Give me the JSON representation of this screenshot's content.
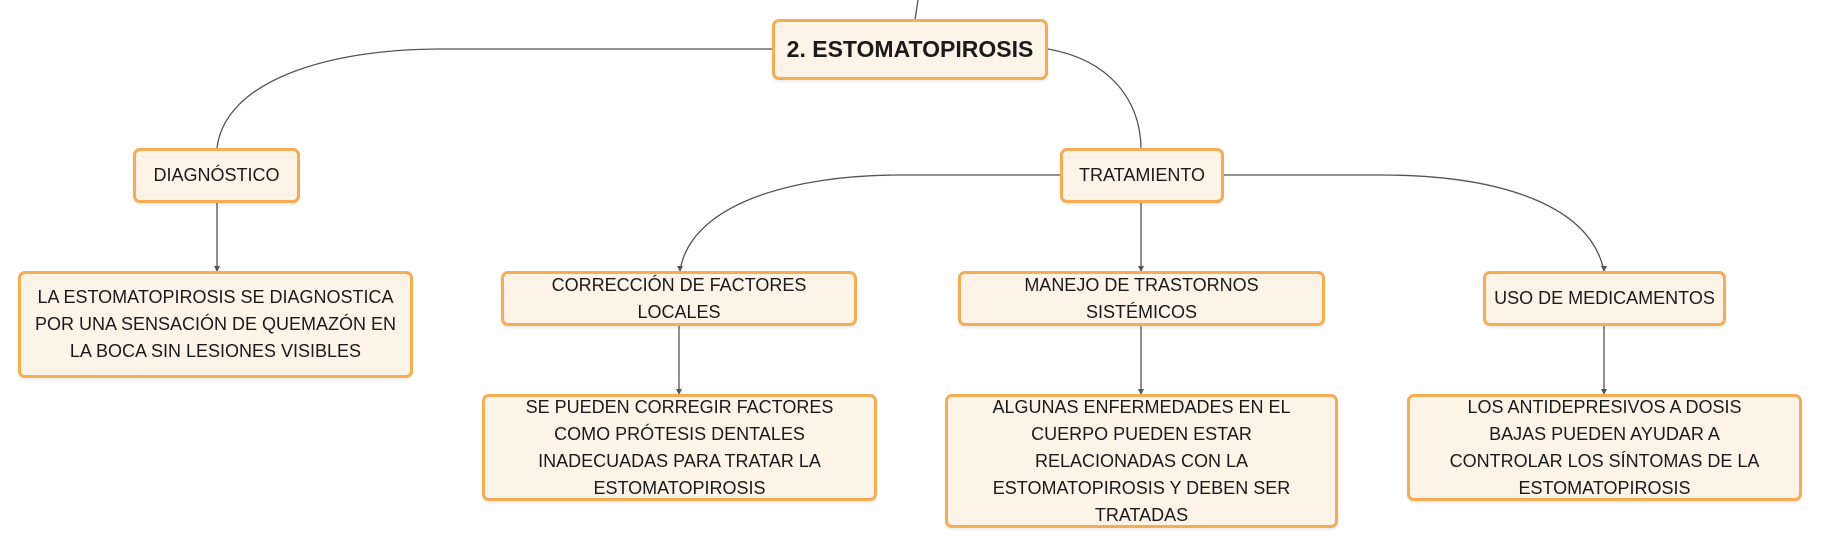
{
  "diagram": {
    "root": "2. ESTOMATOPIROSIS",
    "diagnostico": {
      "title": "DIAGNÓSTICO",
      "detail": "LA ESTOMATOPIROSIS SE DIAGNOSTICA POR UNA SENSACIÓN DE QUEMAZÓN EN LA BOCA SIN LESIONES VISIBLES"
    },
    "tratamiento": {
      "title": "TRATAMIENTO",
      "branches": [
        {
          "title": "CORRECCIÓN DE FACTORES LOCALES",
          "detail": "SE PUEDEN CORREGIR FACTORES COMO PRÓTESIS DENTALES INADECUADAS PARA TRATAR LA ESTOMATOPIROSIS"
        },
        {
          "title": "MANEJO DE TRASTORNOS SISTÉMICOS",
          "detail": "ALGUNAS ENFERMEDADES EN EL CUERPO PUEDEN ESTAR RELACIONADAS CON LA ESTOMATOPIROSIS Y DEBEN SER TRATADAS"
        },
        {
          "title": "USO DE MEDICAMENTOS",
          "detail": "LOS ANTIDEPRESIVOS A DOSIS BAJAS PUEDEN AYUDAR A CONTROLAR LOS SÍNTOMAS DE LA ESTOMATOPIROSIS"
        }
      ]
    },
    "colors": {
      "node_fill": "#fdf3e7",
      "node_border": "#f5ad55",
      "connector": "#555555",
      "text": "#1a1a1a"
    }
  }
}
